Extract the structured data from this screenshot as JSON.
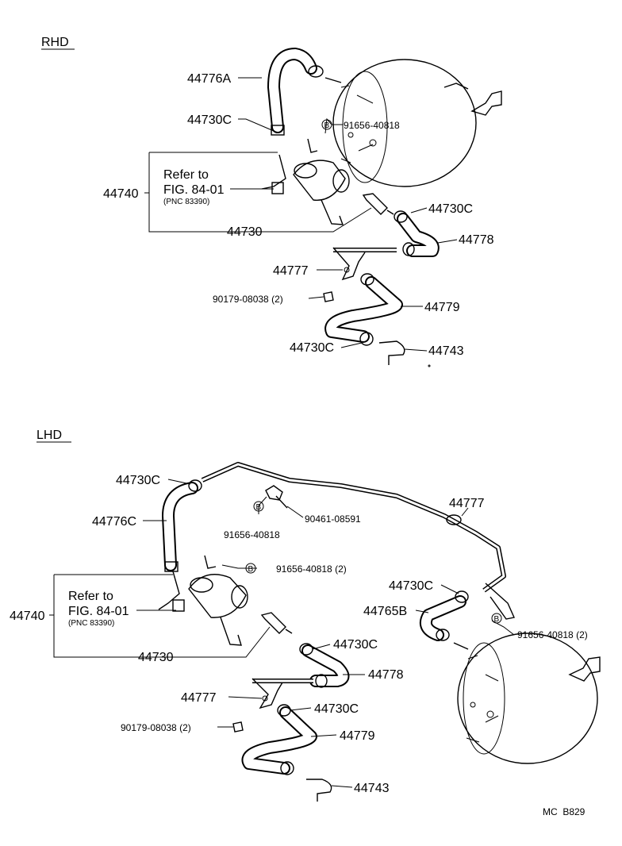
{
  "sections": {
    "rhd": "RHD",
    "lhd": "LHD"
  },
  "rhd_labels": {
    "hose_a": "44776A",
    "clamp_top": "44730C",
    "bolt_b": "91656-40818",
    "assembly": "44740",
    "refer_line1": "Refer to",
    "refer_line2": "FIG. 84-01",
    "refer_pnc": "(PNC 83390)",
    "valve": "44730",
    "clamp_right": "44730C",
    "hose_778": "44778",
    "pipe_777": "44777",
    "nut": "90179-08038 (2)",
    "hose_779": "44779",
    "clamp_bottom": "44730C",
    "union": "44743"
  },
  "lhd_labels": {
    "clamp_top": "44730C",
    "hose_c": "44776C",
    "bolt_b1": "91656-40818",
    "bolt_nut": "90461-08591",
    "bolt_b2": "91656-40818 (2)",
    "assembly": "44740",
    "refer_line1": "Refer to",
    "refer_line2": "FIG. 84-01",
    "refer_pnc": "(PNC 83390)",
    "valve": "44730",
    "pipe_777_top": "44777",
    "clamp_mid": "44730C",
    "hose_765b": "44765B",
    "bolt_b3": "91656-40818 (2)",
    "clamp_778": "44730C",
    "hose_778": "44778",
    "pipe_777": "44777",
    "clamp_779": "44730C",
    "nut": "90179-08038 (2)",
    "hose_779": "44779",
    "union": "44743"
  },
  "footer": {
    "code": "MC  B829"
  },
  "bolt_marker": "B"
}
